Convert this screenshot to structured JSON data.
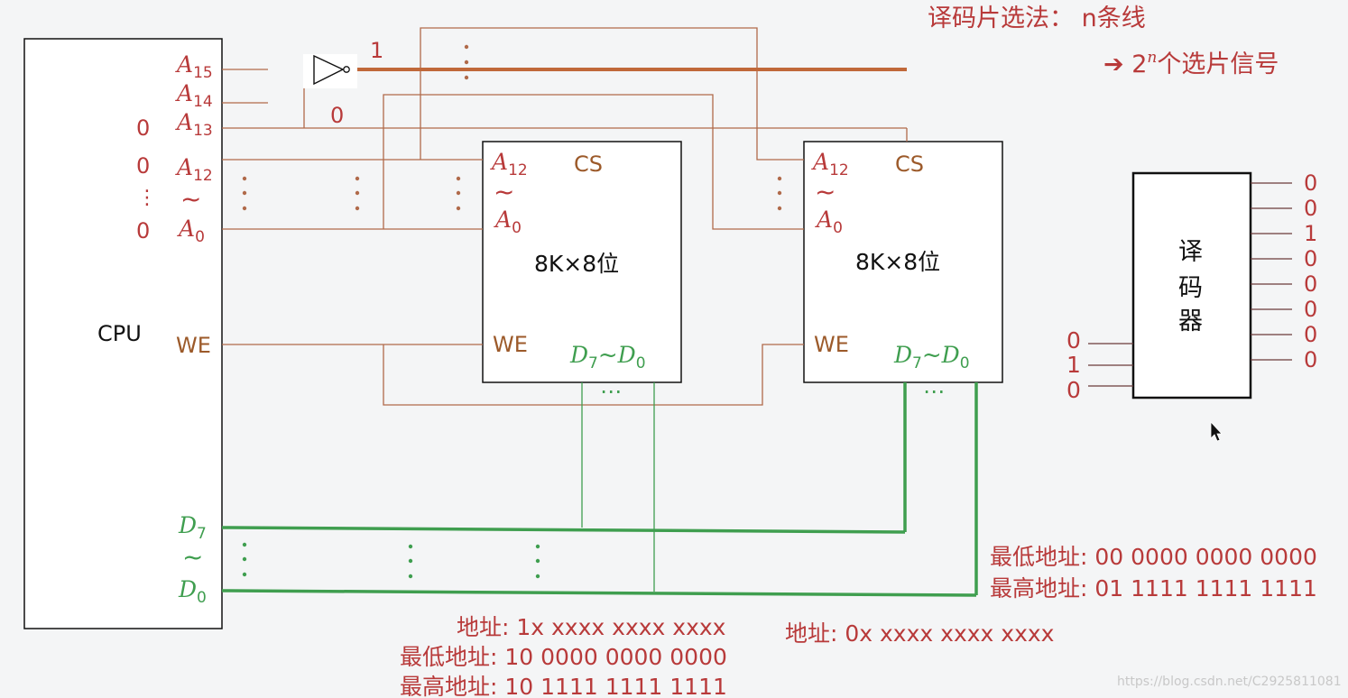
{
  "title": {
    "method": "译码片选法： n条线",
    "signals_prefix": "➔ 2",
    "signals_sup": "n",
    "signals_suffix": "个选片信号"
  },
  "cpu": {
    "label": "CPU",
    "pins": {
      "a_letter": "A",
      "a15": "15",
      "a14": "14",
      "a13": "13",
      "a12": "12",
      "a0": "0",
      "tilde": "~",
      "we": "WE",
      "d_letter": "D",
      "d7": "7",
      "d0": "0"
    },
    "addr_values": [
      "0",
      "0",
      "0"
    ],
    "value_dots": "⋮"
  },
  "inverter": {
    "output": "1",
    "input": "0"
  },
  "chip_left": {
    "a_letter": "A",
    "a12": "12",
    "a0": "0",
    "tilde": "~",
    "cs": "CS",
    "size": "8K×8位",
    "we": "WE",
    "data": "D",
    "d7": "7",
    "d0": "0",
    "data_tilde": "~",
    "dots": "⋯"
  },
  "chip_right": {
    "a_letter": "A",
    "a12": "12",
    "a0": "0",
    "tilde": "~",
    "cs": "CS",
    "size": "8K×8位",
    "we": "WE",
    "data": "D",
    "d7": "7",
    "d0": "0",
    "data_tilde": "~",
    "dots": "⋯"
  },
  "decoder": {
    "label": [
      "译",
      "码",
      "器"
    ],
    "inputs": [
      "0",
      "1",
      "0"
    ],
    "outputs": [
      "0",
      "0",
      "1",
      "0",
      "0",
      "0",
      "0",
      "0"
    ]
  },
  "addresses": {
    "left": [
      "地址: 1x xxxx xxxx xxxx",
      "最低地址: 10 0000 0000 0000",
      "最高地址: 10 1111 1111 1111"
    ],
    "right": [
      "地址: 0x xxxx xxxx xxxx"
    ],
    "range": [
      "最低地址: 00 0000 0000 0000",
      "最高地址: 01 1111 1111 1111"
    ]
  },
  "watermark": "https://blog.csdn.net/C2925811081",
  "colors": {
    "red": "#b83a3a",
    "brown": "#9c5a2a",
    "green": "#3f9e4f",
    "bus_brown": "#c0683a"
  }
}
